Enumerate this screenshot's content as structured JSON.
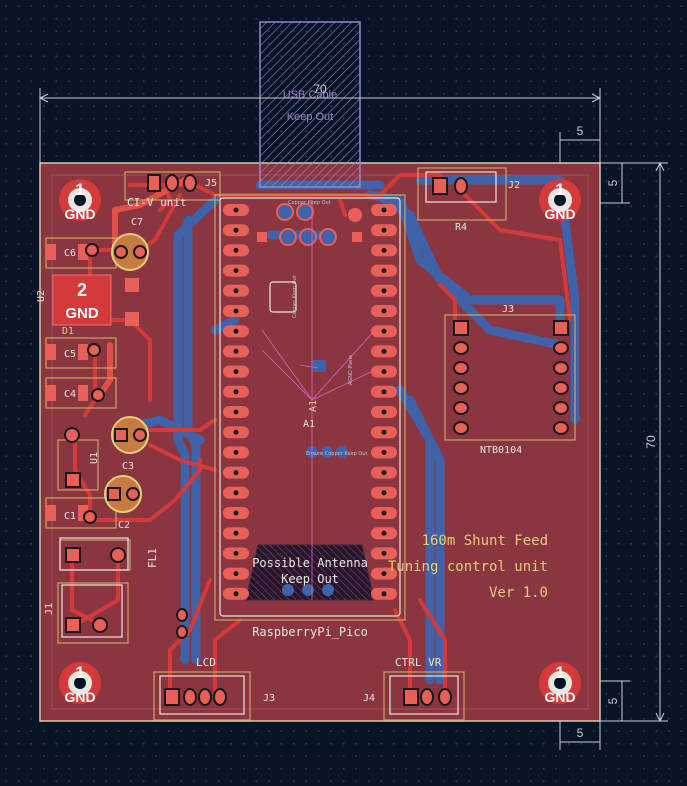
{
  "board": {
    "title_lines": [
      "160m Shunt Feed",
      "Tuning control unit",
      "Ver 1.0"
    ],
    "module_name": "RaspberryPi_Pico",
    "module_ref": "A1",
    "antenna_keepout": [
      "Possible Antenna",
      "Keep Out"
    ],
    "usb_keepout": [
      "USB Cable",
      "Keep Out"
    ],
    "pico_silk_small": [
      "Copper Keep Out",
      "AGND Plane",
      "Copper Keep Out",
      "Ensure Copper Keep Out"
    ]
  },
  "dimensions": {
    "width": "70",
    "height": "70",
    "corner_h": "5",
    "corner_v": "5",
    "corner_h2": "5",
    "corner_v2": "5"
  },
  "mounting_holes": [
    {
      "number": "1",
      "net": "GND"
    },
    {
      "number": "1",
      "net": "GND"
    },
    {
      "number": "1",
      "net": "GND"
    },
    {
      "number": "1",
      "net": "GND"
    }
  ],
  "regulator": {
    "ref": "U2",
    "pad_number": "2",
    "pad_net": "GND",
    "vout": "D1"
  },
  "labels": {
    "j1": "J1",
    "j2": "J2",
    "j3": "J3",
    "j3b": "J3",
    "j4": "J4",
    "j5": "J5",
    "c1": "C1",
    "c2": "C2",
    "c3": "C3",
    "c4": "C4",
    "c5": "C5",
    "c6": "C6",
    "c7": "C7",
    "u1": "U1",
    "fl1": "FL1",
    "r4": "R4",
    "lcd": "LCD",
    "ctrl": "CTRL VR",
    "ci": "CI-V unit",
    "ntb": "NTB0104",
    "a1b": "A1"
  },
  "colors": {
    "background": "#061426",
    "board_fill": "#8a3540",
    "front_copper": "#d53a3a",
    "back_copper": "#3f62a8",
    "pad": "#e86058",
    "silkscreen": "#e8e8e0",
    "courtyard": "#d4b060",
    "keepout": "#8a74c8"
  }
}
